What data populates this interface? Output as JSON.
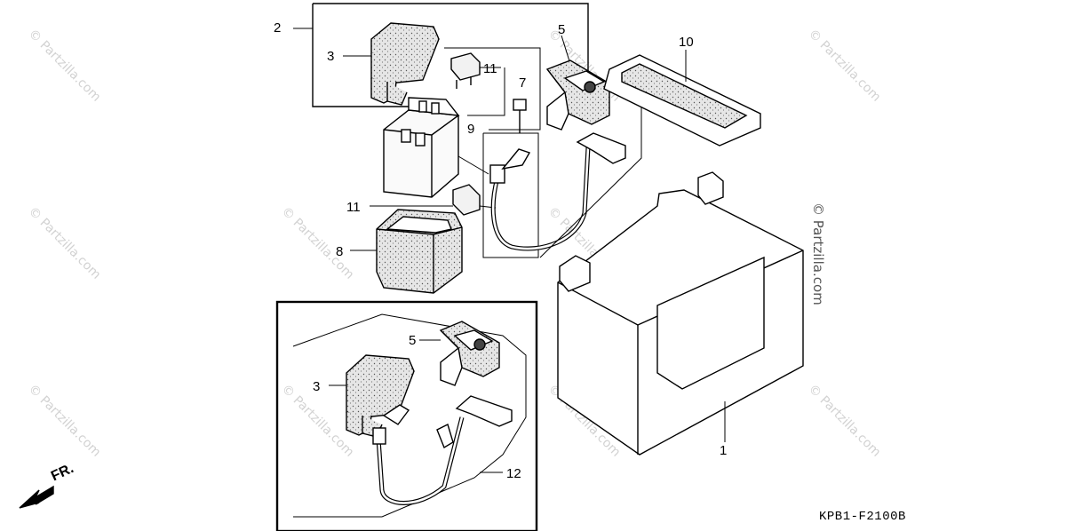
{
  "watermark": "© Partzilla.com",
  "diagram_code": "KPB1-F2100B",
  "front_indicator": "FR.",
  "callouts": {
    "c1": "1",
    "c2": "2",
    "c3a": "3",
    "c3b": "3",
    "c5a": "5",
    "c5b": "5",
    "c7": "7",
    "c8": "8",
    "c9": "9",
    "c10": "10",
    "c11a": "11",
    "c11b": "11",
    "c12": "12"
  }
}
